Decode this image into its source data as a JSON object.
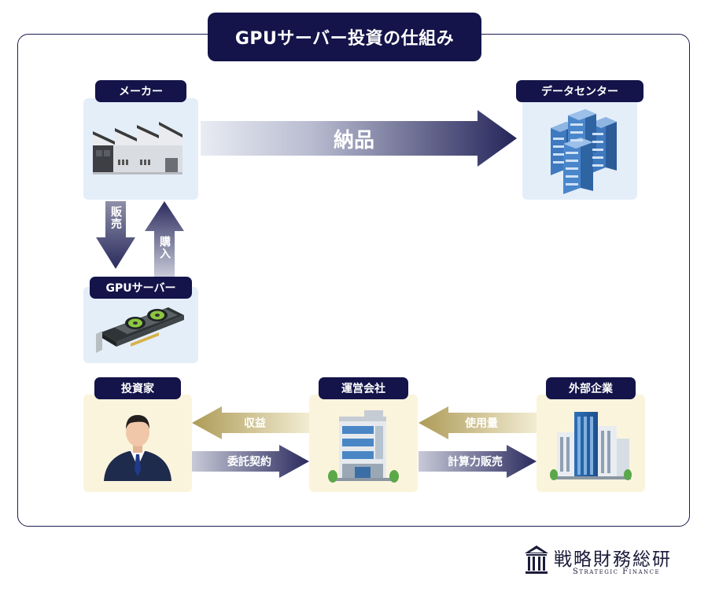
{
  "title": "GPUサーバー投資の仕組み",
  "nodes": {
    "maker": "メーカー",
    "datacenter": "データセンター",
    "gpu_server": "GPUサーバー",
    "investor": "投資家",
    "operator": "運営会社",
    "external": "外部企業"
  },
  "flows": {
    "delivery": "納品",
    "sale": "販売",
    "purchase": "購入",
    "revenue": "収益",
    "contract": "委託契約",
    "usage": "使用量",
    "compute_sale": "計算力販売"
  },
  "logo": {
    "main": "戦略財務総研",
    "sub": "Strategic Finance"
  },
  "colors": {
    "navy": "#14144a",
    "blue_card": "#e4eef9",
    "yellow_card": "#fbf4dc",
    "gold": "#b9a664"
  }
}
